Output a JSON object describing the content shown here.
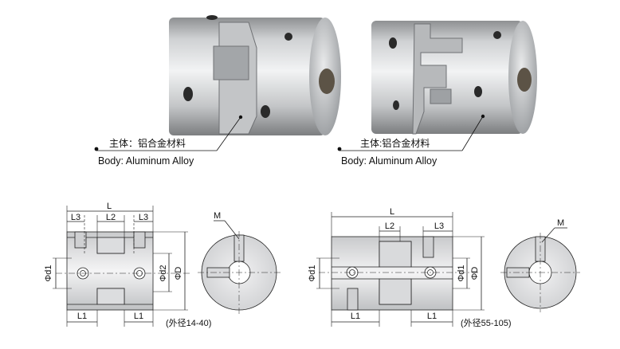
{
  "photo_left": {
    "label_cn": "主体：铝合金材料",
    "label_en": "Body: Aluminum  Alloy"
  },
  "photo_right": {
    "label_cn": "主体:铝合金材料",
    "label_en": "Body: Aluminum  Alloy"
  },
  "drawing_left": {
    "L": "L",
    "L1": "L1",
    "L2": "L2",
    "L3": "L3",
    "d1": "Φd1",
    "d2": "Φd2",
    "D": "ΦD",
    "M": "M",
    "size_note": "(外径14-40)"
  },
  "drawing_right": {
    "L": "L",
    "L1": "L1",
    "L2": "L2",
    "L3": "L3",
    "d1": "Φd1",
    "d2": "Φd1",
    "D": "ΦD",
    "M": "M",
    "size_note": "(外径55-105)"
  }
}
